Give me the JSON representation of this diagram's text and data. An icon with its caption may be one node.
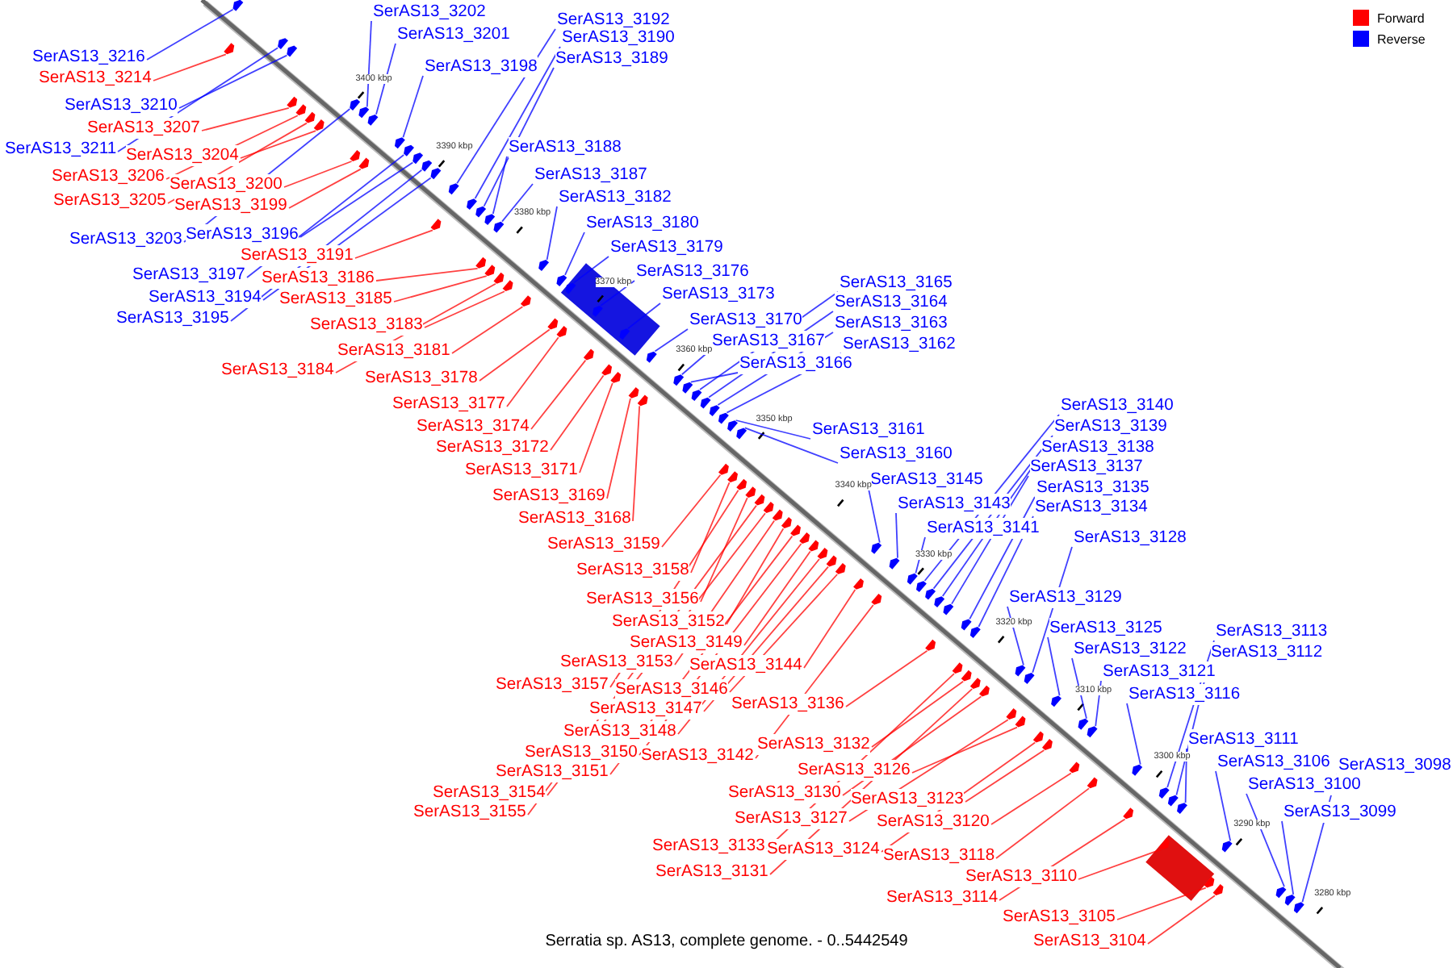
{
  "diagram": {
    "caption": "Serratia sp. AS13, complete genome. - 0..5442549",
    "nodes": [
      {
        "text": [
          "SerAS13_3202"
        ]
      },
      {
        "text": [
          "SerAS13_3192"
        ]
      },
      {
        "text": [
          "SerAS13_3201"
        ]
      },
      {
        "text": [
          "SerAS13_3190"
        ]
      },
      {
        "text": [
          "SerAS13_3216"
        ]
      },
      {
        "text": [
          "SerAS13_3189"
        ]
      },
      {
        "text": [
          "SerAS13_3198"
        ]
      },
      {
        "text": [
          "SerAS13_3214"
        ]
      },
      {
        "text": [
          "SerAS13_3210"
        ]
      },
      {
        "text": [
          "SerAS13_3207"
        ]
      },
      {
        "text": [
          "SerAS13_3188"
        ]
      },
      {
        "text": [
          "SerAS13_3211"
        ]
      },
      {
        "text": [
          "SerAS13_3204"
        ]
      },
      {
        "text": [
          "SerAS13_3187"
        ]
      },
      {
        "text": [
          "SerAS13_3206"
        ]
      },
      {
        "text": [
          "SerAS13_3200"
        ]
      },
      {
        "text": [
          "SerAS13_3182"
        ]
      },
      {
        "text": [
          "SerAS13_3205"
        ]
      },
      {
        "text": [
          "SerAS13_3199"
        ]
      },
      {
        "text": [
          "SerAS13_3180"
        ]
      },
      {
        "text": [
          "SerAS13_3196"
        ]
      },
      {
        "text": [
          "SerAS13_3203"
        ]
      },
      {
        "text": [
          "SerAS13_3179"
        ]
      },
      {
        "text": [
          "SerAS13_3191"
        ]
      },
      {
        "text": [
          "SerAS13_3176"
        ]
      },
      {
        "text": [
          "SerAS13_3197"
        ]
      },
      {
        "text": [
          "SerAS13_3186"
        ]
      },
      {
        "text": [
          "SerAS13_3165"
        ]
      },
      {
        "text": [
          "SerAS13_3173"
        ]
      },
      {
        "text": [
          "SerAS13_3194"
        ]
      },
      {
        "text": [
          "SerAS13_3185"
        ]
      },
      {
        "text": [
          "SerAS13_3164"
        ]
      },
      {
        "text": [
          "SerAS13_3195"
        ]
      },
      {
        "text": [
          "SerAS13_3170"
        ]
      },
      {
        "text": [
          "SerAS13_3163"
        ]
      },
      {
        "text": [
          "SerAS13_3183"
        ]
      },
      {
        "text": [
          "SerAS13_3167"
        ]
      },
      {
        "text": [
          "SerAS13_3162"
        ]
      },
      {
        "text": [
          "SerAS13_3181"
        ]
      },
      {
        "text": [
          "SerAS13_3166"
        ]
      },
      {
        "text": [
          "SerAS13_3184"
        ]
      },
      {
        "text": [
          "SerAS13_3178"
        ]
      },
      {
        "text": [
          "SerAS13_3177"
        ]
      },
      {
        "text": [
          "SerAS13_3140"
        ]
      },
      {
        "text": [
          "SerAS13_3174"
        ]
      },
      {
        "text": [
          "SerAS13_3139"
        ]
      },
      {
        "text": [
          "SerAS13_3161"
        ]
      },
      {
        "text": [
          "SerAS13_3172"
        ]
      },
      {
        "text": [
          "SerAS13_3138"
        ]
      },
      {
        "text": [
          "SerAS13_3160"
        ]
      },
      {
        "text": [
          "SerAS13_3137"
        ]
      },
      {
        "text": [
          "SerAS13_3171"
        ]
      },
      {
        "text": [
          "SerAS13_3145"
        ]
      },
      {
        "text": [
          "SerAS13_3135"
        ]
      },
      {
        "text": [
          "SerAS13_3169"
        ]
      },
      {
        "text": [
          "SerAS13_3143"
        ]
      },
      {
        "text": [
          "SerAS13_3134"
        ]
      },
      {
        "text": [
          "SerAS13_3168"
        ]
      },
      {
        "text": [
          "SerAS13_3141"
        ]
      },
      {
        "text": [
          "SerAS13_3128"
        ]
      },
      {
        "text": [
          "SerAS13_3159"
        ]
      },
      {
        "text": [
          "SerAS13_3158"
        ]
      },
      {
        "text": [
          "SerAS13_3129"
        ]
      },
      {
        "text": [
          "SerAS13_3156"
        ]
      },
      {
        "text": [
          "SerAS13_3152"
        ]
      },
      {
        "text": [
          "SerAS13_3125"
        ]
      },
      {
        "text": [
          "SerAS13_3113"
        ]
      },
      {
        "text": [
          "SerAS13_3149"
        ]
      },
      {
        "text": [
          "SerAS13_3122"
        ]
      },
      {
        "text": [
          "SerAS13_3112"
        ]
      },
      {
        "text": [
          "SerAS13_3153"
        ]
      },
      {
        "text": [
          "SerAS13_3144"
        ]
      },
      {
        "text": [
          "SerAS13_3121"
        ]
      },
      {
        "text": [
          "SerAS13_3157"
        ]
      },
      {
        "text": [
          "SerAS13_3146"
        ]
      },
      {
        "text": [
          "SerAS13_3116"
        ]
      },
      {
        "text": [
          "SerAS13_3136"
        ]
      },
      {
        "text": [
          "SerAS13_3147"
        ]
      },
      {
        "text": [
          "SerAS13_3148"
        ]
      },
      {
        "text": [
          "SerAS13_3111"
        ]
      },
      {
        "text": [
          "SerAS13_3132"
        ]
      },
      {
        "text": [
          "SerAS13_3150"
        ]
      },
      {
        "text": [
          "SerAS13_3142"
        ]
      },
      {
        "text": [
          "SerAS13_3106"
        ]
      },
      {
        "text": [
          "SerAS13_3098"
        ]
      },
      {
        "text": [
          "SerAS13_3126"
        ]
      },
      {
        "text": [
          "SerAS13_3151"
        ]
      },
      {
        "text": [
          "SerAS13_3100"
        ]
      },
      {
        "text": [
          "SerAS13_3130"
        ]
      },
      {
        "text": [
          "SerAS13_3154"
        ]
      },
      {
        "text": [
          "SerAS13_3123"
        ]
      },
      {
        "text": [
          "SerAS13_3155"
        ]
      },
      {
        "text": [
          "SerAS13_3099"
        ]
      },
      {
        "text": [
          "SerAS13_3127"
        ]
      },
      {
        "text": [
          "SerAS13_3120"
        ]
      },
      {
        "text": [
          "SerAS13_3133"
        ]
      },
      {
        "text": [
          "SerAS13_3124"
        ]
      },
      {
        "text": [
          "SerAS13_3118"
        ]
      },
      {
        "text": [
          "SerAS13_3131"
        ]
      },
      {
        "text": [
          "SerAS13_3110"
        ]
      },
      {
        "text": [
          "SerAS13_3114"
        ]
      },
      {
        "text": [
          "SerAS13_3105"
        ]
      },
      {
        "text": [
          "SerAS13_3104"
        ]
      },
      {
        "text": [],
        "shape": "arrow"
      },
      {
        "text": [],
        "shape": "arrow"
      },
      {
        "text": [],
        "shape": "arrow"
      },
      {
        "text": [],
        "shape": "arrow"
      },
      {
        "text": [],
        "shape": "arrow"
      },
      {
        "text": [],
        "shape": "arrow"
      },
      {
        "text": [],
        "shape": "arrow"
      },
      {
        "text": [],
        "shape": "arrow"
      },
      {
        "text": [],
        "shape": "arrow"
      },
      {
        "text": [],
        "shape": "arrow"
      },
      {
        "text": [],
        "shape": "arrow"
      },
      {
        "text": [],
        "shape": "arrow"
      },
      {
        "text": [],
        "shape": "arrow"
      },
      {
        "text": [],
        "shape": "arrow"
      },
      {
        "text": [],
        "shape": "arrow"
      },
      {
        "text": [],
        "shape": "arrow"
      },
      {
        "text": [],
        "shape": "arrow"
      },
      {
        "text": [],
        "shape": "arrow"
      },
      {
        "text": [],
        "shape": "arrow"
      },
      {
        "text": [],
        "shape": "arrow"
      },
      {
        "text": [],
        "shape": "arrow"
      },
      {
        "text": [],
        "shape": "arrow"
      },
      {
        "text": [],
        "shape": "arrow"
      },
      {
        "text": [],
        "shape": "arrow"
      },
      {
        "text": [],
        "shape": "arrow"
      },
      {
        "text": [],
        "shape": "arrow"
      },
      {
        "text": [],
        "shape": "arrow"
      },
      {
        "text": [],
        "shape": "arrow"
      },
      {
        "text": [],
        "shape": "arrow"
      },
      {
        "text": [],
        "shape": "arrow"
      },
      {
        "text": [],
        "shape": "arrow"
      },
      {
        "text": [],
        "shape": "arrow"
      },
      {
        "text": [],
        "shape": "arrow"
      },
      {
        "text": [],
        "shape": "arrow"
      },
      {
        "text": [],
        "shape": "arrow"
      },
      {
        "text": [],
        "shape": "arrow"
      },
      {
        "text": [],
        "shape": "arrow"
      },
      {
        "text": [],
        "shape": "arrow"
      },
      {
        "text": [],
        "shape": "arrow"
      },
      {
        "text": [],
        "shape": "arrow"
      },
      {
        "text": [],
        "shape": "arrow"
      },
      {
        "text": [],
        "shape": "arrow"
      },
      {
        "text": [],
        "shape": "arrow"
      },
      {
        "text": [],
        "shape": "arrow"
      },
      {
        "text": [],
        "shape": "arrow"
      },
      {
        "text": [],
        "shape": "arrow"
      },
      {
        "text": [],
        "shape": "arrow"
      },
      {
        "text": [],
        "shape": "arrow"
      },
      {
        "text": [],
        "shape": "arrow"
      },
      {
        "text": [],
        "shape": "arrow"
      },
      {
        "text": [],
        "shape": "arrow"
      },
      {
        "text": [],
        "shape": "arrow"
      },
      {
        "text": [],
        "shape": "arrow"
      },
      {
        "text": [],
        "shape": "arrow"
      },
      {
        "text": [],
        "shape": "arrow"
      },
      {
        "text": [],
        "shape": "arrow"
      },
      {
        "text": [],
        "shape": "arrow"
      },
      {
        "text": [],
        "shape": "arrow"
      },
      {
        "text": [],
        "shape": "arrow"
      },
      {
        "text": [],
        "shape": "arrow"
      },
      {
        "text": [],
        "shape": "arrow"
      },
      {
        "text": [],
        "shape": "arrow"
      },
      {
        "text": [],
        "shape": "arrow"
      },
      {
        "text": [],
        "shape": "arrow"
      },
      {
        "text": [],
        "shape": "arrow"
      },
      {
        "text": [],
        "shape": "arrow"
      },
      {
        "text": [],
        "shape": "arrow"
      },
      {
        "text": [],
        "shape": "arrow"
      },
      {
        "text": [],
        "shape": "arrow"
      },
      {
        "text": [],
        "shape": "arrow"
      },
      {
        "text": [],
        "shape": "arrow"
      },
      {
        "text": [],
        "shape": "arrow"
      },
      {
        "text": [],
        "shape": "arrow"
      },
      {
        "text": [],
        "shape": "arrow"
      },
      {
        "text": [],
        "shape": "arrow"
      },
      {
        "text": [],
        "shape": "arrow"
      },
      {
        "text": [],
        "shape": "arrow"
      },
      {
        "text": [],
        "shape": "arrow"
      },
      {
        "text": [],
        "shape": "arrow"
      },
      {
        "text": [],
        "shape": "arrow"
      },
      {
        "text": [],
        "shape": "arrow"
      },
      {
        "text": [],
        "shape": "arrow"
      },
      {
        "text": [],
        "shape": "arrow"
      },
      {
        "text": [],
        "shape": "arrow"
      },
      {
        "text": [],
        "shape": "arrow"
      },
      {
        "text": [],
        "shape": "arrow"
      },
      {
        "text": [],
        "shape": "arrow"
      },
      {
        "text": [],
        "shape": "arrow"
      },
      {
        "text": [],
        "shape": "arrow"
      },
      {
        "text": [],
        "shape": "arrow"
      },
      {
        "text": [],
        "shape": "arrow"
      },
      {
        "text": [],
        "shape": "arrow"
      },
      {
        "text": [],
        "shape": "arrow"
      },
      {
        "text": [],
        "shape": "arrow"
      },
      {
        "text": [],
        "shape": "arrow"
      },
      {
        "text": [],
        "shape": "arrow"
      },
      {
        "text": [],
        "shape": "arrow"
      },
      {
        "text": [],
        "shape": "arrow"
      },
      {
        "text": [],
        "shape": "arrow"
      },
      {
        "text": [],
        "shape": "arrow"
      },
      {
        "text": [],
        "shape": "arrow"
      },
      {
        "text": [],
        "shape": "arrow"
      },
      {
        "text": [],
        "shape": "arrow"
      }
    ],
    "edges": [
      {
        "from": 0,
        "to": 112,
        "arrow": "none",
        "color": "#0000ff"
      },
      {
        "from": 1,
        "to": 121,
        "arrow": "none",
        "color": "#0000ff"
      },
      {
        "from": 2,
        "to": 113,
        "arrow": "none",
        "color": "#0000ff"
      },
      {
        "from": 3,
        "to": 123,
        "arrow": "none",
        "color": "#0000ff"
      },
      {
        "from": 4,
        "to": 103,
        "arrow": "none",
        "color": "#0000ff"
      },
      {
        "from": 5,
        "to": 124,
        "arrow": "none",
        "color": "#0000ff"
      },
      {
        "from": 6,
        "to": 116,
        "arrow": "none",
        "color": "#0000ff"
      },
      {
        "from": 7,
        "to": 104,
        "arrow": "none",
        "color": "#ff0000"
      },
      {
        "from": 8,
        "to": 106,
        "arrow": "none",
        "color": "#0000ff"
      },
      {
        "from": 9,
        "to": 107,
        "arrow": "none",
        "color": "#ff0000"
      },
      {
        "from": 10,
        "to": 125,
        "arrow": "none",
        "color": "#0000ff"
      },
      {
        "from": 11,
        "to": 105,
        "arrow": "none",
        "color": "#0000ff"
      },
      {
        "from": 12,
        "to": 110,
        "arrow": "none",
        "color": "#ff0000"
      },
      {
        "from": 13,
        "to": 126,
        "arrow": "none",
        "color": "#0000ff"
      },
      {
        "from": 14,
        "to": 108,
        "arrow": "none",
        "color": "#ff0000"
      },
      {
        "from": 15,
        "to": 114,
        "arrow": "none",
        "color": "#ff0000"
      },
      {
        "from": 16,
        "to": 131,
        "arrow": "none",
        "color": "#0000ff"
      },
      {
        "from": 17,
        "to": 109,
        "arrow": "none",
        "color": "#ff0000"
      },
      {
        "from": 18,
        "to": 115,
        "arrow": "none",
        "color": "#ff0000"
      },
      {
        "from": 19,
        "to": 133,
        "arrow": "none",
        "color": "#0000ff"
      },
      {
        "from": 20,
        "to": 118,
        "arrow": "none",
        "color": "#0000ff"
      },
      {
        "from": 21,
        "to": 111,
        "arrow": "none",
        "color": "#0000ff"
      },
      {
        "from": 22,
        "to": 134,
        "arrow": "none",
        "color": "#0000ff"
      },
      {
        "from": 23,
        "to": 122,
        "arrow": "none",
        "color": "#ff0000"
      },
      {
        "from": 24,
        "to": 137,
        "arrow": "none",
        "color": "#0000ff"
      },
      {
        "from": 25,
        "to": 117,
        "arrow": "none",
        "color": "#0000ff"
      },
      {
        "from": 26,
        "to": 127,
        "arrow": "none",
        "color": "#ff0000"
      },
      {
        "from": 27,
        "to": 147,
        "arrow": "none",
        "color": "#0000ff"
      },
      {
        "from": 28,
        "to": 139,
        "arrow": "none",
        "color": "#0000ff"
      },
      {
        "from": 29,
        "to": 120,
        "arrow": "none",
        "color": "#0000ff"
      },
      {
        "from": 30,
        "to": 128,
        "arrow": "none",
        "color": "#ff0000"
      },
      {
        "from": 31,
        "to": 148,
        "arrow": "none",
        "color": "#0000ff"
      },
      {
        "from": 32,
        "to": 119,
        "arrow": "none",
        "color": "#0000ff"
      },
      {
        "from": 33,
        "to": 142,
        "arrow": "none",
        "color": "#0000ff"
      },
      {
        "from": 34,
        "to": 149,
        "arrow": "none",
        "color": "#0000ff"
      },
      {
        "from": 35,
        "to": 130,
        "arrow": "none",
        "color": "#ff0000"
      },
      {
        "from": 36,
        "to": 145,
        "arrow": "none",
        "color": "#0000ff"
      },
      {
        "from": 37,
        "to": 150,
        "arrow": "none",
        "color": "#0000ff"
      },
      {
        "from": 38,
        "to": 132,
        "arrow": "none",
        "color": "#ff0000"
      },
      {
        "from": 39,
        "to": 146,
        "arrow": "none",
        "color": "#0000ff"
      },
      {
        "from": 40,
        "to": 129,
        "arrow": "none",
        "color": "#ff0000"
      },
      {
        "from": 41,
        "to": 135,
        "arrow": "none",
        "color": "#ff0000"
      },
      {
        "from": 42,
        "to": 136,
        "arrow": "none",
        "color": "#ff0000"
      },
      {
        "from": 43,
        "to": 172,
        "arrow": "none",
        "color": "#0000ff"
      },
      {
        "from": 44,
        "to": 138,
        "arrow": "none",
        "color": "#ff0000"
      },
      {
        "from": 45,
        "to": 173,
        "arrow": "none",
        "color": "#0000ff"
      },
      {
        "from": 46,
        "to": 151,
        "arrow": "none",
        "color": "#0000ff"
      },
      {
        "from": 47,
        "to": 140,
        "arrow": "none",
        "color": "#ff0000"
      },
      {
        "from": 48,
        "to": 174,
        "arrow": "none",
        "color": "#0000ff"
      },
      {
        "from": 49,
        "to": 152,
        "arrow": "none",
        "color": "#0000ff"
      },
      {
        "from": 50,
        "to": 175,
        "arrow": "none",
        "color": "#0000ff"
      },
      {
        "from": 51,
        "to": 141,
        "arrow": "none",
        "color": "#ff0000"
      },
      {
        "from": 52,
        "to": 167,
        "arrow": "none",
        "color": "#0000ff"
      },
      {
        "from": 53,
        "to": 177,
        "arrow": "none",
        "color": "#0000ff"
      },
      {
        "from": 54,
        "to": 143,
        "arrow": "none",
        "color": "#ff0000"
      },
      {
        "from": 55,
        "to": 169,
        "arrow": "none",
        "color": "#0000ff"
      },
      {
        "from": 56,
        "to": 178,
        "arrow": "none",
        "color": "#0000ff"
      },
      {
        "from": 57,
        "to": 144,
        "arrow": "none",
        "color": "#ff0000"
      },
      {
        "from": 58,
        "to": 171,
        "arrow": "none",
        "color": "#0000ff"
      },
      {
        "from": 59,
        "to": 184,
        "arrow": "none",
        "color": "#0000ff"
      },
      {
        "from": 60,
        "to": 153,
        "arrow": "none",
        "color": "#ff0000"
      },
      {
        "from": 61,
        "to": 154,
        "arrow": "none",
        "color": "#ff0000"
      },
      {
        "from": 62,
        "to": 183,
        "arrow": "none",
        "color": "#0000ff"
      },
      {
        "from": 63,
        "to": 156,
        "arrow": "none",
        "color": "#ff0000"
      },
      {
        "from": 64,
        "to": 160,
        "arrow": "none",
        "color": "#ff0000"
      },
      {
        "from": 65,
        "to": 187,
        "arrow": "none",
        "color": "#0000ff"
      },
      {
        "from": 66,
        "to": 196,
        "arrow": "none",
        "color": "#0000ff"
      },
      {
        "from": 67,
        "to": 163,
        "arrow": "none",
        "color": "#ff0000"
      },
      {
        "from": 68,
        "to": 190,
        "arrow": "none",
        "color": "#0000ff"
      },
      {
        "from": 69,
        "to": 197,
        "arrow": "none",
        "color": "#0000ff"
      },
      {
        "from": 70,
        "to": 159,
        "arrow": "none",
        "color": "#ff0000"
      },
      {
        "from": 71,
        "to": 168,
        "arrow": "none",
        "color": "#ff0000"
      },
      {
        "from": 72,
        "to": 191,
        "arrow": "none",
        "color": "#0000ff"
      },
      {
        "from": 73,
        "to": 155,
        "arrow": "none",
        "color": "#ff0000"
      },
      {
        "from": 74,
        "to": 166,
        "arrow": "none",
        "color": "#ff0000"
      },
      {
        "from": 75,
        "to": 194,
        "arrow": "none",
        "color": "#0000ff"
      },
      {
        "from": 76,
        "to": 176,
        "arrow": "none",
        "color": "#ff0000"
      },
      {
        "from": 77,
        "to": 165,
        "arrow": "none",
        "color": "#ff0000"
      },
      {
        "from": 78,
        "to": 164,
        "arrow": "none",
        "color": "#ff0000"
      },
      {
        "from": 79,
        "to": 198,
        "arrow": "none",
        "color": "#0000ff"
      },
      {
        "from": 80,
        "to": 180,
        "arrow": "none",
        "color": "#ff0000"
      },
      {
        "from": 81,
        "to": 162,
        "arrow": "none",
        "color": "#ff0000"
      },
      {
        "from": 82,
        "to": 170,
        "arrow": "none",
        "color": "#ff0000"
      },
      {
        "from": 83,
        "to": 200,
        "arrow": "none",
        "color": "#0000ff"
      },
      {
        "from": 84,
        "to": 205,
        "arrow": "none",
        "color": "#0000ff"
      },
      {
        "from": 85,
        "to": 186,
        "arrow": "none",
        "color": "#ff0000"
      },
      {
        "from": 86,
        "to": 161,
        "arrow": "none",
        "color": "#ff0000"
      },
      {
        "from": 87,
        "to": 203,
        "arrow": "none",
        "color": "#0000ff"
      },
      {
        "from": 88,
        "to": 182,
        "arrow": "none",
        "color": "#ff0000"
      },
      {
        "from": 89,
        "to": 158,
        "arrow": "none",
        "color": "#ff0000"
      },
      {
        "from": 90,
        "to": 189,
        "arrow": "none",
        "color": "#ff0000"
      },
      {
        "from": 91,
        "to": 157,
        "arrow": "none",
        "color": "#ff0000"
      },
      {
        "from": 92,
        "to": 204,
        "arrow": "none",
        "color": "#0000ff"
      },
      {
        "from": 93,
        "to": 185,
        "arrow": "none",
        "color": "#ff0000"
      },
      {
        "from": 94,
        "to": 192,
        "arrow": "none",
        "color": "#ff0000"
      },
      {
        "from": 95,
        "to": 179,
        "arrow": "none",
        "color": "#ff0000"
      },
      {
        "from": 96,
        "to": 188,
        "arrow": "none",
        "color": "#ff0000"
      },
      {
        "from": 97,
        "to": 193,
        "arrow": "none",
        "color": "#ff0000"
      },
      {
        "from": 98,
        "to": 181,
        "arrow": "none",
        "color": "#ff0000"
      },
      {
        "from": 99,
        "to": 199,
        "arrow": "none",
        "color": "#ff0000"
      },
      {
        "from": 100,
        "to": 195,
        "arrow": "none",
        "color": "#ff0000"
      },
      {
        "from": 101,
        "to": 201,
        "arrow": "none",
        "color": "#ff0000"
      },
      {
        "from": 102,
        "to": 202,
        "arrow": "none",
        "color": "#ff0000"
      }
    ],
    "labels": [
      "3400 kbp",
      "3390 kbp",
      "3380 kbp",
      "3370 kbp",
      "3360 kbp",
      "3350 kbp",
      "3340 kbp",
      "3330 kbp",
      "3320 kbp",
      "3310 kbp",
      "3300 kbp",
      "3290 kbp",
      "3280 kbp"
    ],
    "legend": [
      {
        "text": "Forward",
        "color": "#ff0000"
      },
      {
        "text": "Reverse",
        "color": "#0000ff"
      }
    ]
  }
}
